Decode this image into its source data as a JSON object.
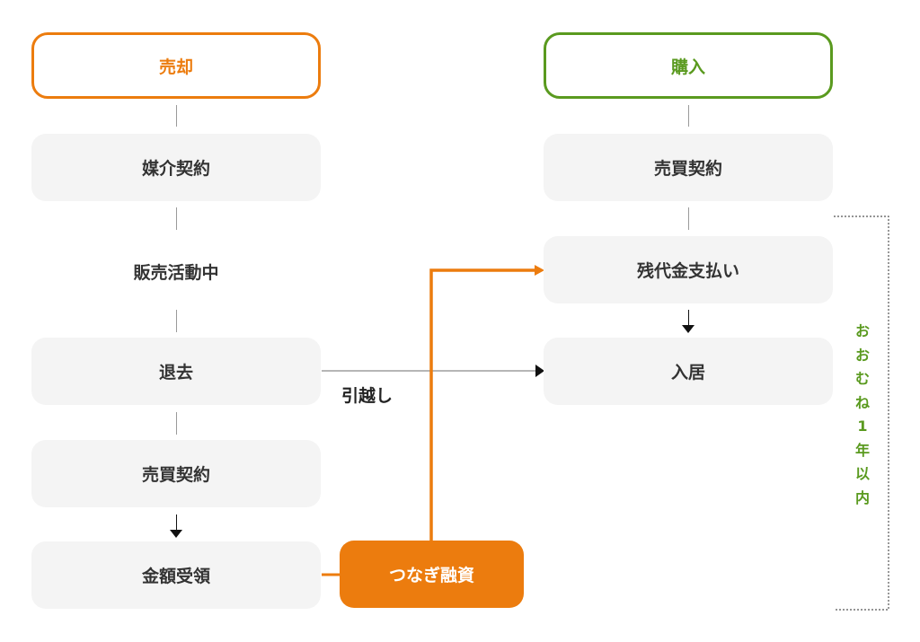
{
  "colors": {
    "sell": "#ec7c0e",
    "buy": "#5a9a1f",
    "box_bg": "#f4f4f4",
    "bridge_bg": "#ec7c0e",
    "text": "#333333",
    "line": "#9a9a9a"
  },
  "sell": {
    "header": "売却",
    "steps": [
      "媒介契約",
      "販売活動中",
      "退去",
      "売買契約",
      "金額受領"
    ]
  },
  "buy": {
    "header": "購入",
    "steps": [
      "売買契約",
      "残代金支払い",
      "入居"
    ]
  },
  "bridge_loan": "つなぎ融資",
  "move_label": "引越し",
  "period_note": [
    "お",
    "お",
    "む",
    "ね",
    "1",
    "年",
    "以",
    "内"
  ]
}
